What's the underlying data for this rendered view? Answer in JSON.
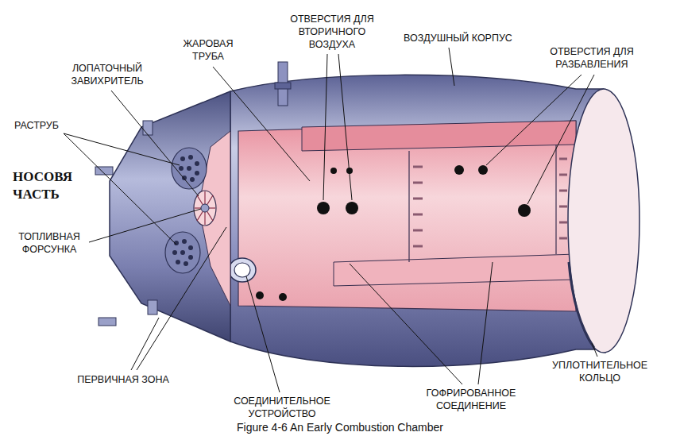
{
  "diagram": {
    "caption": "Figure 4-6 An Early Combustion Chamber",
    "labels": [
      "ОТВЕРСТИЯ ДЛЯ ВТОРИЧНОГО ВОЗДУХА",
      "ВОЗДУШНЫЙ КОРПУС",
      "ОТВЕРСТИЯ ДЛЯ РАЗБАВЛЕНИЯ",
      "ЖАРОВАЯ ТРУБА",
      "ЛОПАТОЧНЫЙ ЗАВИХРИТЕЛЬ",
      "РАСТРУБ",
      "НОСОВЯ ЧАСТЬ",
      "ТОПЛИВНАЯ ФОРСУНКА",
      "ПЕРВИЧНАЯ ЗОНА",
      "СОЕДИНИТЕЛЬНОЕ УСТРОЙСТВО",
      "ГОФРИРОВАННОЕ СОЕДИНЕНИЕ",
      "УПЛОТНИТЕЛЬНОЕ КОЛЬЦО"
    ]
  }
}
